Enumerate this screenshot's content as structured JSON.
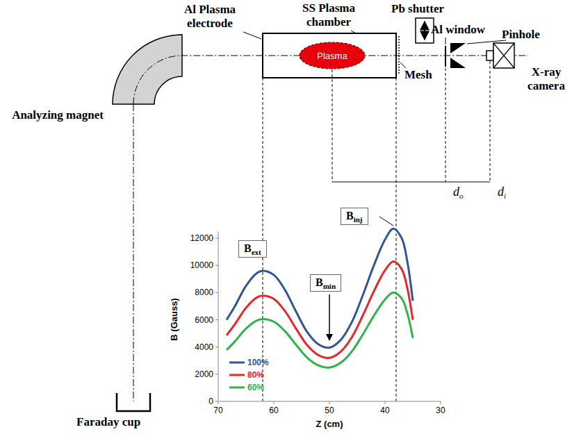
{
  "diagram": {
    "nodes": [
      {
        "text": [
          "Plasma"
        ]
      }
    ],
    "labels": [
      "Analyzing magnet",
      "Al Plasma electrode",
      "SS Plasma chamber",
      "Pb shutter",
      "Al window",
      "Pinhole",
      "Mesh",
      "X-ray camera",
      "Faraday cup",
      "B",
      "ext",
      "B",
      "min",
      "B",
      "inj",
      "d",
      "o",
      "d",
      "i",
      "0",
      "2000",
      "4000",
      "6000",
      "8000",
      "10000",
      "12000",
      "70",
      "60",
      "50",
      "40",
      "30",
      "B (Gauss)",
      "Z (cm)"
    ],
    "legend": [
      {
        "text": "100%"
      },
      {
        "text": "80%"
      },
      {
        "text": "60%"
      }
    ]
  }
}
